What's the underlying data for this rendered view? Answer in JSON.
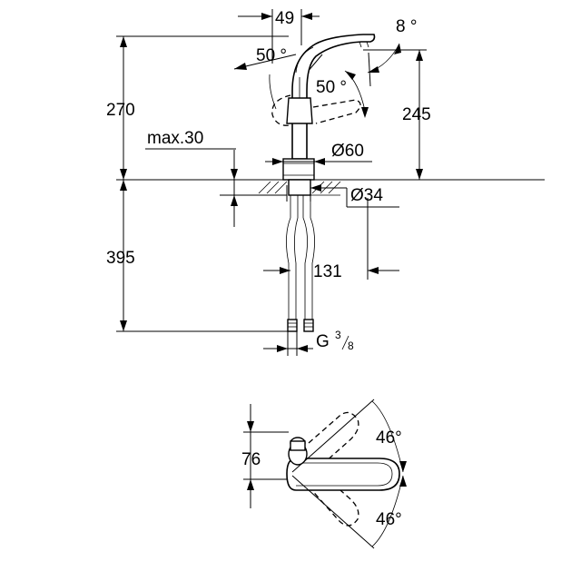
{
  "side_view": {
    "dim_spout_width": "49",
    "dim_spout_angle": "8 °",
    "dim_lever_angle_left": "50 °",
    "dim_lever_angle_right": "50 °",
    "dim_total_height": "270",
    "dim_spout_height": "245",
    "dim_max_thickness": "max.30",
    "dim_base_diameter": "Ø60",
    "dim_hole_diameter": "Ø34",
    "dim_hose_length": "395",
    "dim_spread": "131",
    "dim_thread_prefix": "G",
    "dim_thread_num": "3",
    "dim_thread_den": "8"
  },
  "top_view": {
    "dim_spout_reach": "76",
    "dim_swivel_up": "46°",
    "dim_swivel_down": "46°"
  }
}
